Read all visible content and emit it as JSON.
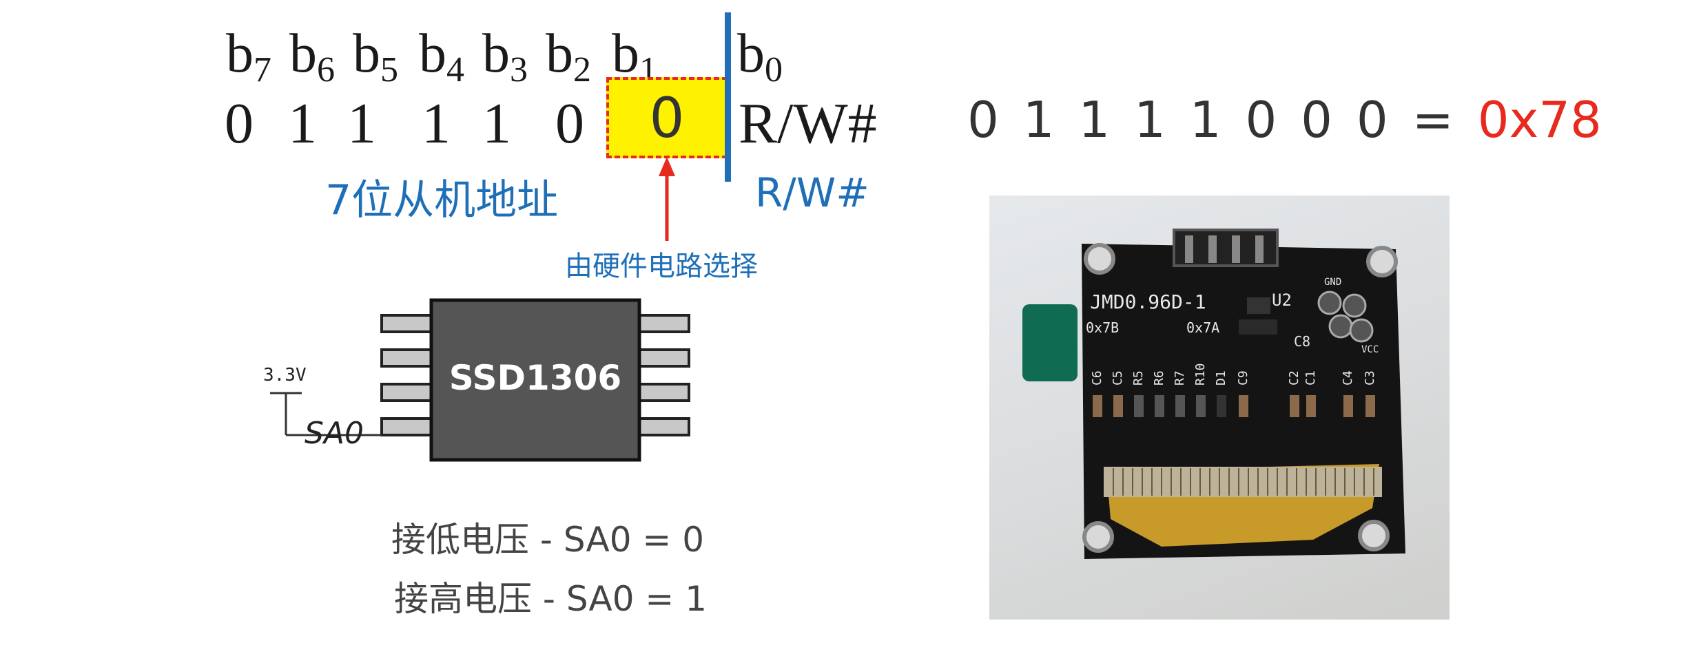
{
  "bits": {
    "labels": [
      {
        "base": "b",
        "sub": "7"
      },
      {
        "base": "b",
        "sub": "6"
      },
      {
        "base": "b",
        "sub": "5"
      },
      {
        "base": "b",
        "sub": "4"
      },
      {
        "base": "b",
        "sub": "3"
      },
      {
        "base": "b",
        "sub": "2"
      },
      {
        "base": "b",
        "sub": "1"
      },
      {
        "base": "b",
        "sub": "0"
      }
    ],
    "values": [
      "0",
      "1",
      "1",
      "1",
      "1",
      "0",
      "0"
    ],
    "rw": "R/W#"
  },
  "captions": {
    "address": "7位从机地址",
    "rw": "R/W#",
    "hardware": "由硬件电路选择"
  },
  "chip": {
    "name": "SSD1306",
    "voltage": "3.3V",
    "pin": "SA0"
  },
  "notes": {
    "low": "接低电压 - SA0 = 0",
    "high": "接高电压 - SA0 = 1"
  },
  "equation": {
    "binary": "0 1 1 1 1 0 0 0 =",
    "hex": "0x78"
  },
  "board": {
    "model": "JMD0.96D-1",
    "addr_left": "0x7B",
    "addr_right": "0x7A",
    "u2": "U2",
    "c8": "C8",
    "gnd": "GND",
    "vcc": "VCC",
    "components": [
      "C6",
      "C5",
      "R5",
      "R6",
      "R7",
      "R10",
      "D1",
      "C9",
      "C2",
      "C1",
      "C4",
      "C3"
    ]
  },
  "colors": {
    "accent_blue": "#1e6fb8",
    "accent_red": "#e8291e",
    "highlight_yellow": "#fff200",
    "chip_grey": "#555555"
  }
}
